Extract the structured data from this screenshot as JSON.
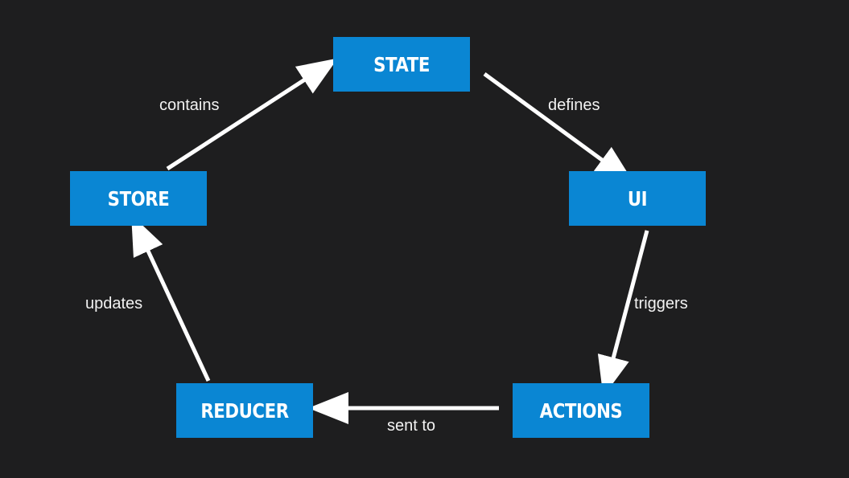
{
  "diagram": {
    "nodes": {
      "state": "STATE",
      "ui": "UI",
      "actions": "ACTIONS",
      "reducer": "REDUCER",
      "store": "STORE"
    },
    "edges": {
      "contains": "contains",
      "defines": "defines",
      "triggers": "triggers",
      "sent_to": "sent to",
      "updates": "updates"
    }
  },
  "colors": {
    "background": "#1e1e1f",
    "node_fill": "#0a86d3",
    "arrow": "#ffffff",
    "text": "#ffffff"
  }
}
